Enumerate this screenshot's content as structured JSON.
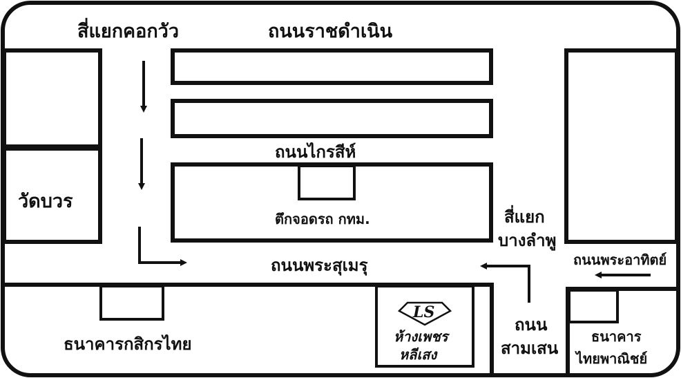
{
  "map": {
    "streets": {
      "khok_wua": "สี่แยกคอกวัว",
      "ratchadamnoen": "ถนนราชดำเนิน",
      "krai_si": "ถนนไกรสีห์",
      "phra_sumen": "ถนนพระสุเมรุ",
      "bang_lamphu_line1": "สี่แยก",
      "bang_lamphu_line2": "บางลำพู",
      "phra_athit": "ถนนพระอาทิตย์",
      "sam_sen_line1": "ถนน",
      "sam_sen_line2": "สามเสน"
    },
    "places": {
      "wat_bowon": "วัดบวร",
      "bma_parking": "ตึกจอดรถ กทม.",
      "kasikorn_bank": "ธนาคารกสิกรไทย",
      "scb_line1": "ธนาคาร",
      "scb_line2": "ไทยพาณิชย์",
      "shop_logo": "LS",
      "shop_line1": "ห้างเพชร",
      "shop_line2": "หลีเสง"
    }
  }
}
